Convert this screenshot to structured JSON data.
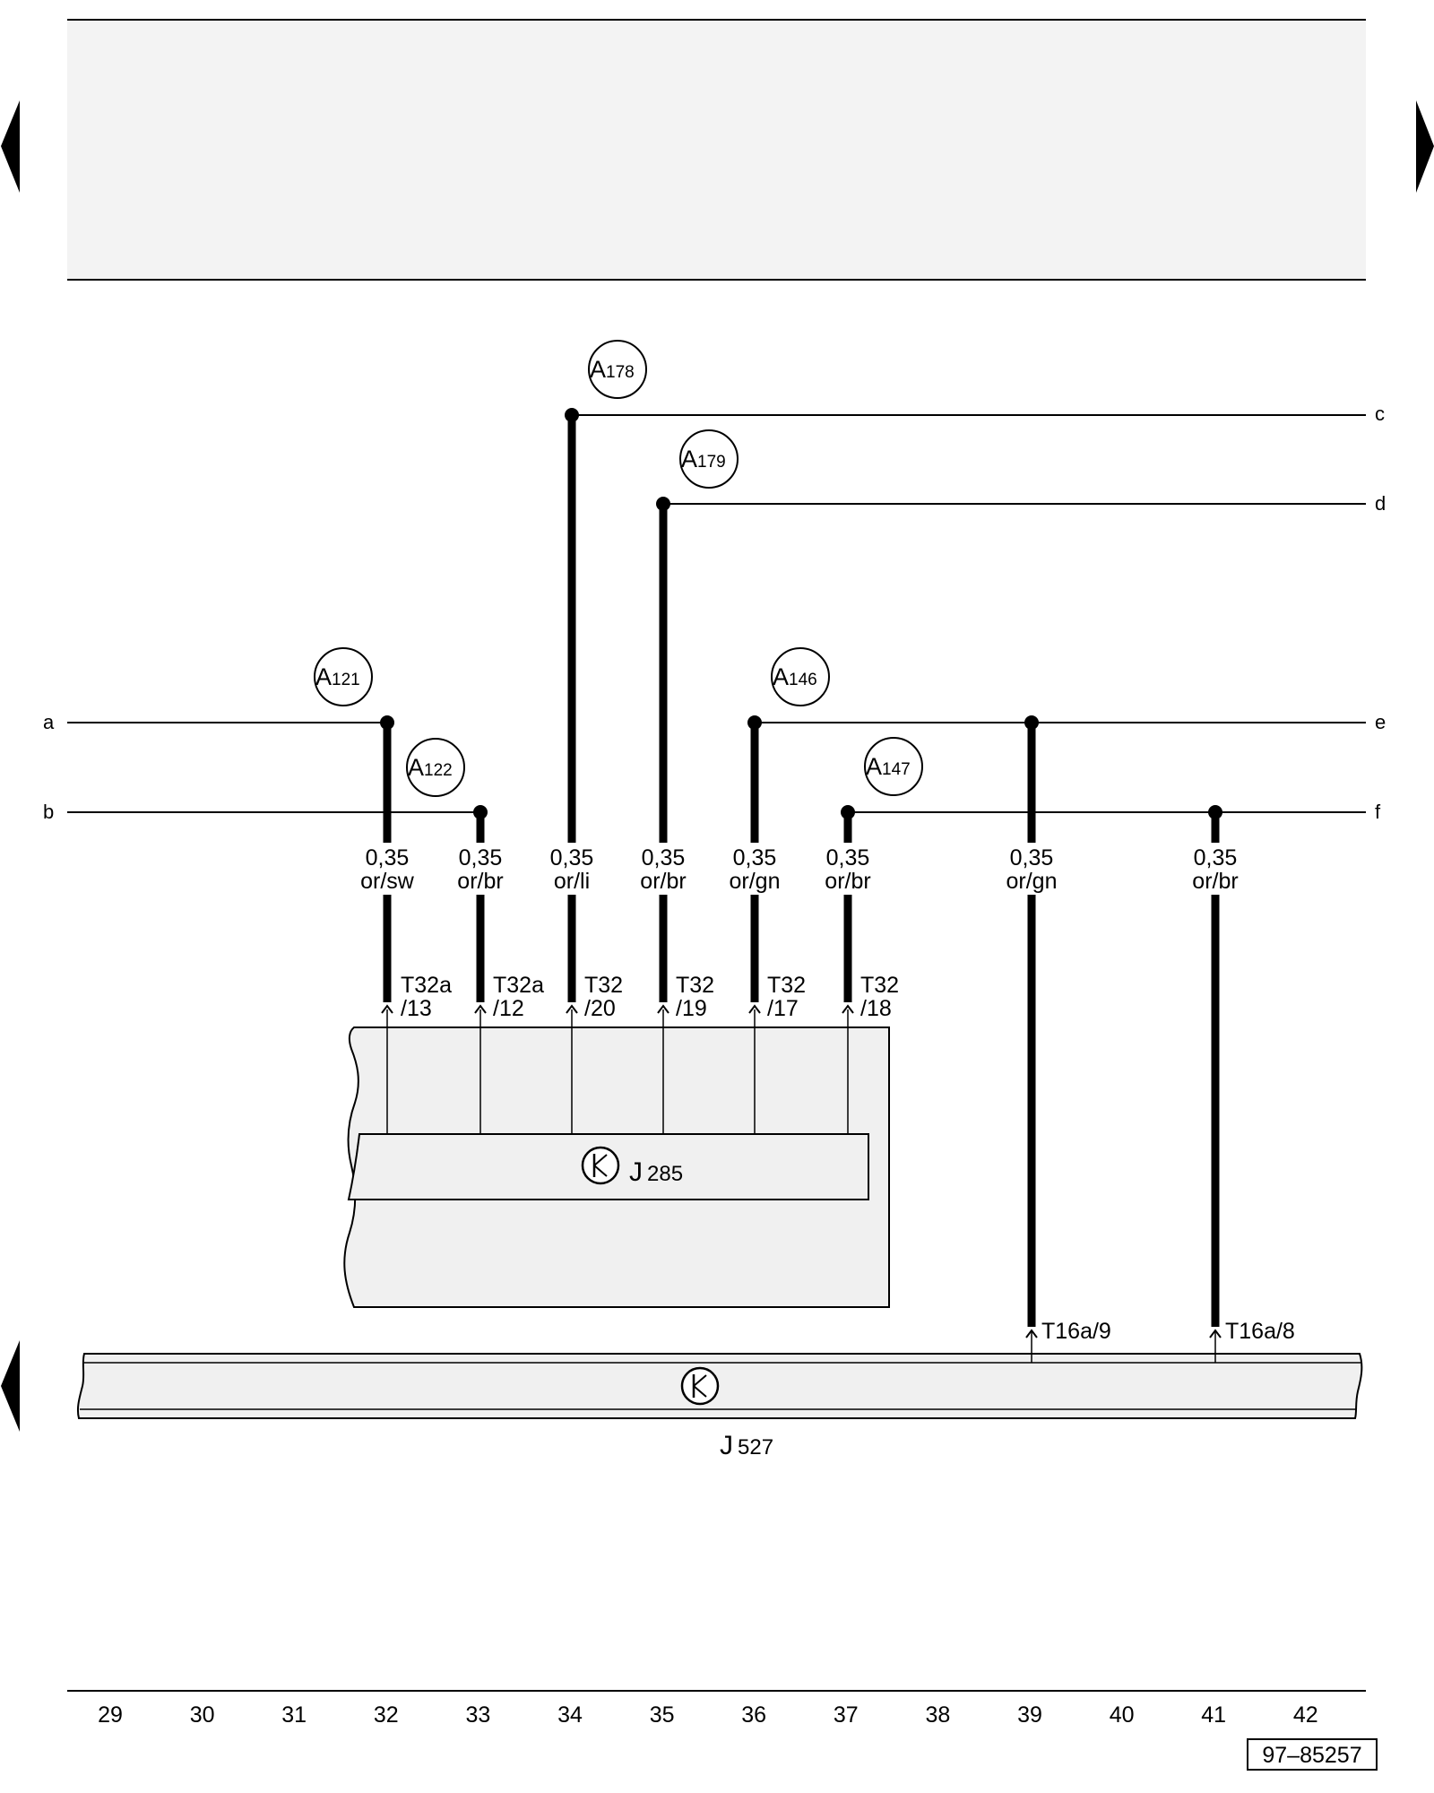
{
  "edge_labels": {
    "a": "a",
    "b": "b",
    "c": "c",
    "d": "d",
    "e": "e",
    "f": "f"
  },
  "connection_points": [
    {
      "id": "A121",
      "prefix": "A",
      "num": "121"
    },
    {
      "id": "A122",
      "prefix": "A",
      "num": "122"
    },
    {
      "id": "A178",
      "prefix": "A",
      "num": "178"
    },
    {
      "id": "A179",
      "prefix": "A",
      "num": "179"
    },
    {
      "id": "A146",
      "prefix": "A",
      "num": "146"
    },
    {
      "id": "A147",
      "prefix": "A",
      "num": "147"
    }
  ],
  "wires": [
    {
      "size": "0,35",
      "color": "or/sw",
      "terminal_a": "T32a",
      "terminal_b": "/13"
    },
    {
      "size": "0,35",
      "color": "or/br",
      "terminal_a": "T32a",
      "terminal_b": "/12"
    },
    {
      "size": "0,35",
      "color": "or/li",
      "terminal_a": "T32",
      "terminal_b": "/20"
    },
    {
      "size": "0,35",
      "color": "or/br",
      "terminal_a": "T32",
      "terminal_b": "/19"
    },
    {
      "size": "0,35",
      "color": "or/gn",
      "terminal_a": "T32",
      "terminal_b": "/17"
    },
    {
      "size": "0,35",
      "color": "or/br",
      "terminal_a": "T32",
      "terminal_b": "/18"
    },
    {
      "size": "0,35",
      "color": "or/gn",
      "terminal": "T16a/9"
    },
    {
      "size": "0,35",
      "color": "or/br",
      "terminal": "T16a/8"
    }
  ],
  "components": {
    "j285": {
      "letter": "J",
      "number": "285"
    },
    "j527": {
      "letter": "J",
      "number": "527"
    }
  },
  "footer": {
    "track_numbers": [
      "29",
      "30",
      "31",
      "32",
      "33",
      "34",
      "35",
      "36",
      "37",
      "38",
      "39",
      "40",
      "41",
      "42"
    ],
    "drawing_id": "97–85257"
  },
  "colors": {
    "header_fill": "#f3f3f3",
    "component_fill": "#f0f0f0",
    "line": "#000000"
  },
  "icons": {
    "nav_prev": "triangle-left-icon",
    "nav_next": "triangle-right-icon",
    "control_unit": "transistor-symbol-icon"
  }
}
